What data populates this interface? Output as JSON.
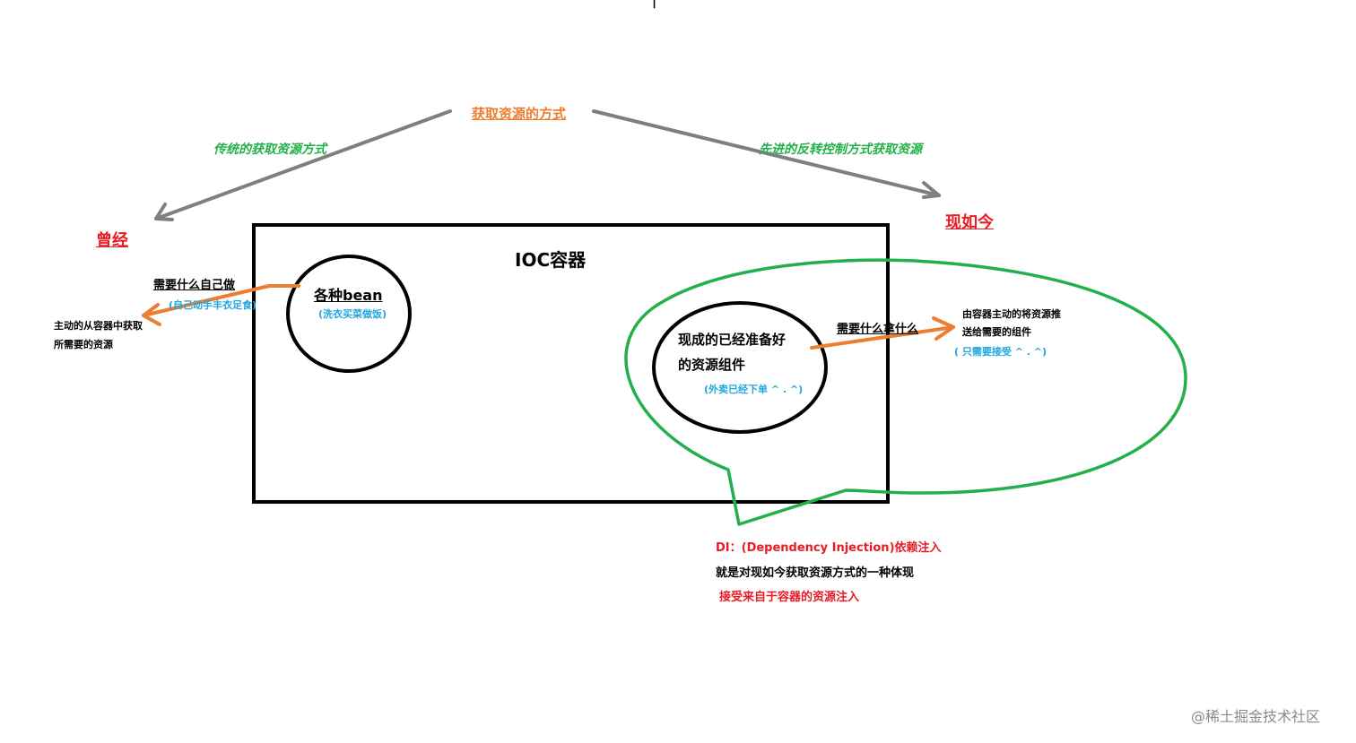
{
  "diagram": {
    "top_mark": "|",
    "root": {
      "label": "获取资源的方式"
    },
    "branches": {
      "traditional": "传统的获取资源方式",
      "advanced": "先进的反转控制方式获取资源"
    },
    "past": {
      "title": "曾经",
      "arrow_label": "需要什么自己做",
      "arrow_sub": "(自己动手丰衣足食)",
      "note_line1": "主动的从容器中获取",
      "note_line2": "所需要的资源"
    },
    "now": {
      "title": "现如今",
      "arrow_label": "需要什么拿什么",
      "note_line1": "由容器主动的将资源推",
      "note_line2": "送给需要的组件",
      "note_sub": "( 只需要接受 ^ . ^)"
    },
    "container": {
      "title": "IOC容器",
      "bean_circle": {
        "title": "各种bean",
        "sub": "(洗衣买菜做饭)"
      },
      "ready_circle": {
        "line1": "现成的已经准备好",
        "line2": "的资源组件",
        "sub": "(外卖已经下单 ^ . ^)"
      }
    },
    "di_note": {
      "line1": "DI：(Dependency Injection)依赖注入",
      "line2": "就是对现如今获取资源方式的一种体现",
      "line3": "接受来自于容器的资源注入"
    },
    "watermark": "@稀土掘金技术社区",
    "colors": {
      "orange": "#ED7D31",
      "green": "#22B04A",
      "red": "#E81C24",
      "blue": "#1FA7E1",
      "gray_arrow": "#7F7F7F",
      "black": "#000000"
    }
  }
}
